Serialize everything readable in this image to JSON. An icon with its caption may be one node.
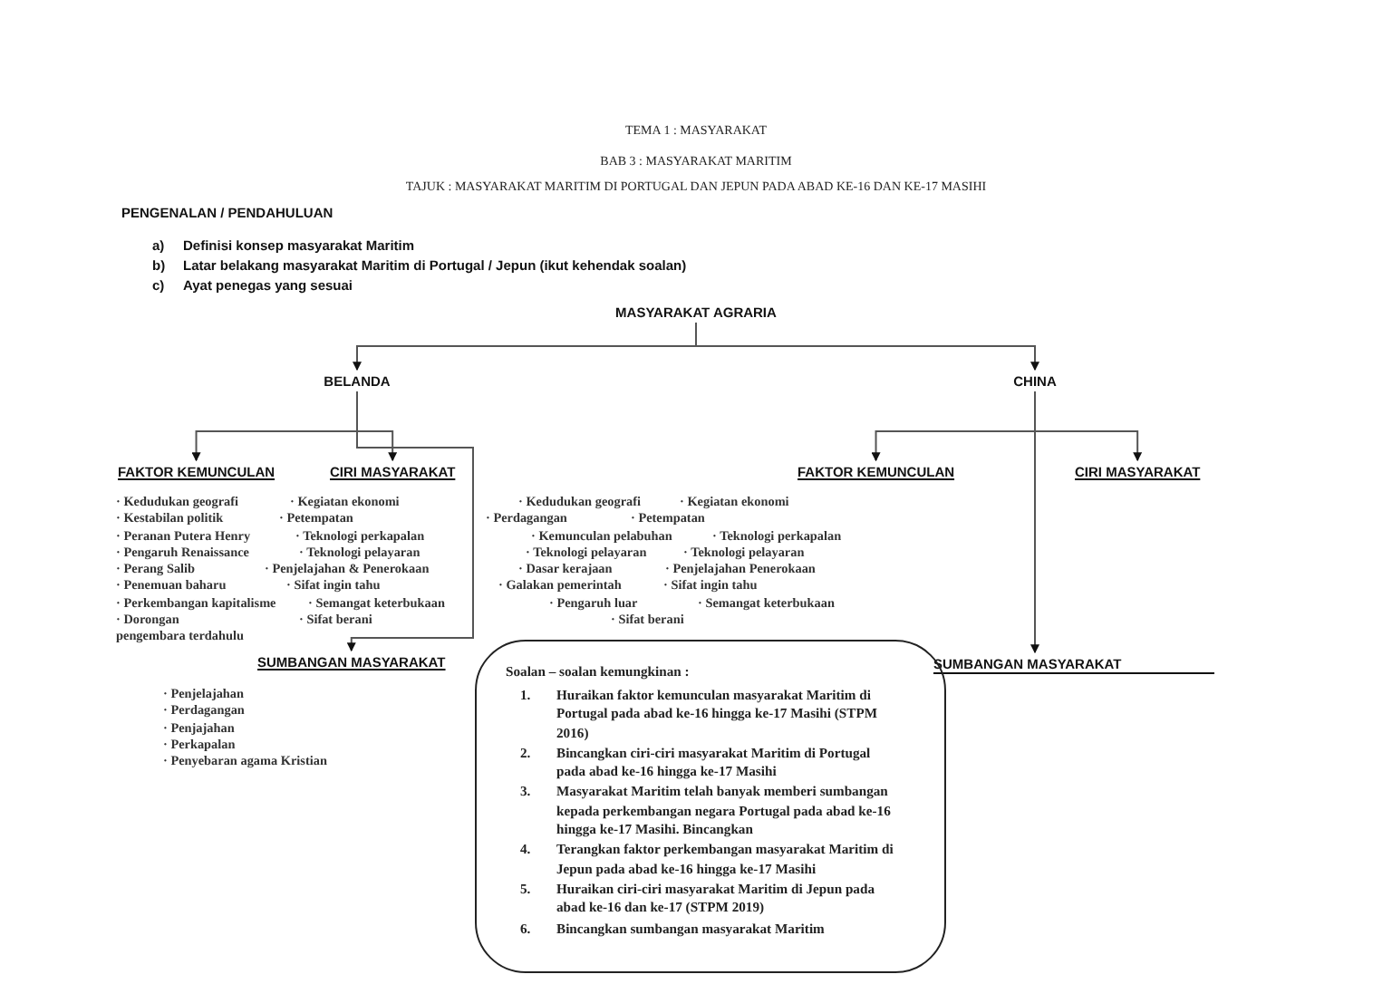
{
  "diagram": {
    "title": "TEMA 1 : MASYARAKAT",
    "nodes": [
      {
        "text": [
          "MASYARAKAT AGRARIA"
        ]
      },
      {
        "text": [
          "BELANDA"
        ]
      },
      {
        "text": [
          "CHINA"
        ]
      },
      {
        "text": [
          "FAKTOR KEMUNCULAN"
        ]
      },
      {
        "text": [
          "CIRI MASYARAKAT"
        ]
      },
      {
        "text": [
          "SUMBANGAN MASYARAKAT"
        ]
      },
      {
        "text": [
          "FAKTOR KEMUNCULAN"
        ]
      },
      {
        "text": [
          "CIRI MASYARAKAT"
        ]
      },
      {
        "text": [
          "SUMBANGAN MASYARAKAT"
        ]
      },
      {
        "text": [
          "Soalan – soalan kemungkinan :",
          "1.",
          "Huraikan faktor kemunculan masyarakat Maritim di Portugal pada abad ke-16 hingga ke-17 Masihi (STPM 2016)",
          "2.",
          "Bincangkan ciri-ciri masyarakat Maritim di Portugal pada abad ke-16 hingga ke-17 Masihi",
          "3.",
          "Masyarakat Maritim telah banyak memberi sumbangan kepada perkembangan negara Portugal pada abad ke-16 hingga ke-17 Masihi. Bincangkan",
          "4.",
          "Terangkan faktor perkembangan masyarakat Maritim di Jepun pada abad ke-16 hingga ke-17 Masihi",
          "5.",
          "Huraikan ciri-ciri masyarakat Maritim di Jepun pada abad ke-16 dan ke-17 (STPM 2019)",
          "6.",
          "Bincangkan sumbangan masyarakat Maritim"
        ]
      }
    ],
    "edges": [
      {
        "from": 0,
        "to": 1,
        "arrow": "to"
      },
      {
        "from": 0,
        "to": 2,
        "arrow": "to"
      },
      {
        "from": 1,
        "to": 3,
        "arrow": "to"
      },
      {
        "from": 1,
        "to": 4,
        "arrow": "to"
      },
      {
        "from": 1,
        "to": 5,
        "arrow": "to"
      },
      {
        "from": 2,
        "to": 6,
        "arrow": "to"
      },
      {
        "from": 2,
        "to": 7,
        "arrow": "to"
      },
      {
        "from": 2,
        "to": 8,
        "arrow": "to"
      }
    ],
    "labels": [
      "BAB 3 : MASYARAKAT MARITIM",
      "TAJUK : MASYARAKAT MARITIM DI PORTUGAL DAN JEPUN PADA ABAD KE-16 DAN KE-17 MASIHI",
      "PENGENALAN / PENDAHULUAN",
      "a)",
      "Definisi konsep masyarakat Maritim",
      "b)",
      "Latar belakang masyarakat Maritim di Portugal / Jepun (ikut kehendak soalan)",
      "c)",
      "Ayat penegas yang sesuai",
      "· Kedudukan geografi",
      "· Kegiatan ekonomi",
      "· Kedudukan geografi",
      "· Kegiatan ekonomi",
      "· Kestabilan politik",
      "· Petempatan",
      "· Perdagangan",
      "· Petempatan",
      "· Peranan Putera Henry",
      "· Teknologi perkapalan",
      "· Kemunculan pelabuhan",
      "· Teknologi perkapalan",
      "· Pengaruh Renaissance",
      "· Teknologi pelayaran",
      "· Teknologi pelayaran",
      "· Teknologi pelayaran",
      "· Perang Salib",
      "· Penjelajahan & Penerokaan",
      "· Dasar kerajaan",
      "· Penjelajahan Penerokaan",
      "· Penemuan baharu",
      "· Sifat ingin tahu",
      "· Galakan pemerintah",
      "· Sifat ingin tahu",
      "· Perkembangan kapitalisme",
      "· Semangat keterbukaan",
      "· Pengaruh luar",
      "· Semangat keterbukaan",
      "· Dorongan pengembara terdahulu",
      "· Sifat berani",
      "· Sifat berani",
      "· Penjelajahan",
      "· Perdagangan",
      "· Penjajahan",
      "· Perkapalan",
      "· Penyebaran agama Kristian"
    ]
  }
}
